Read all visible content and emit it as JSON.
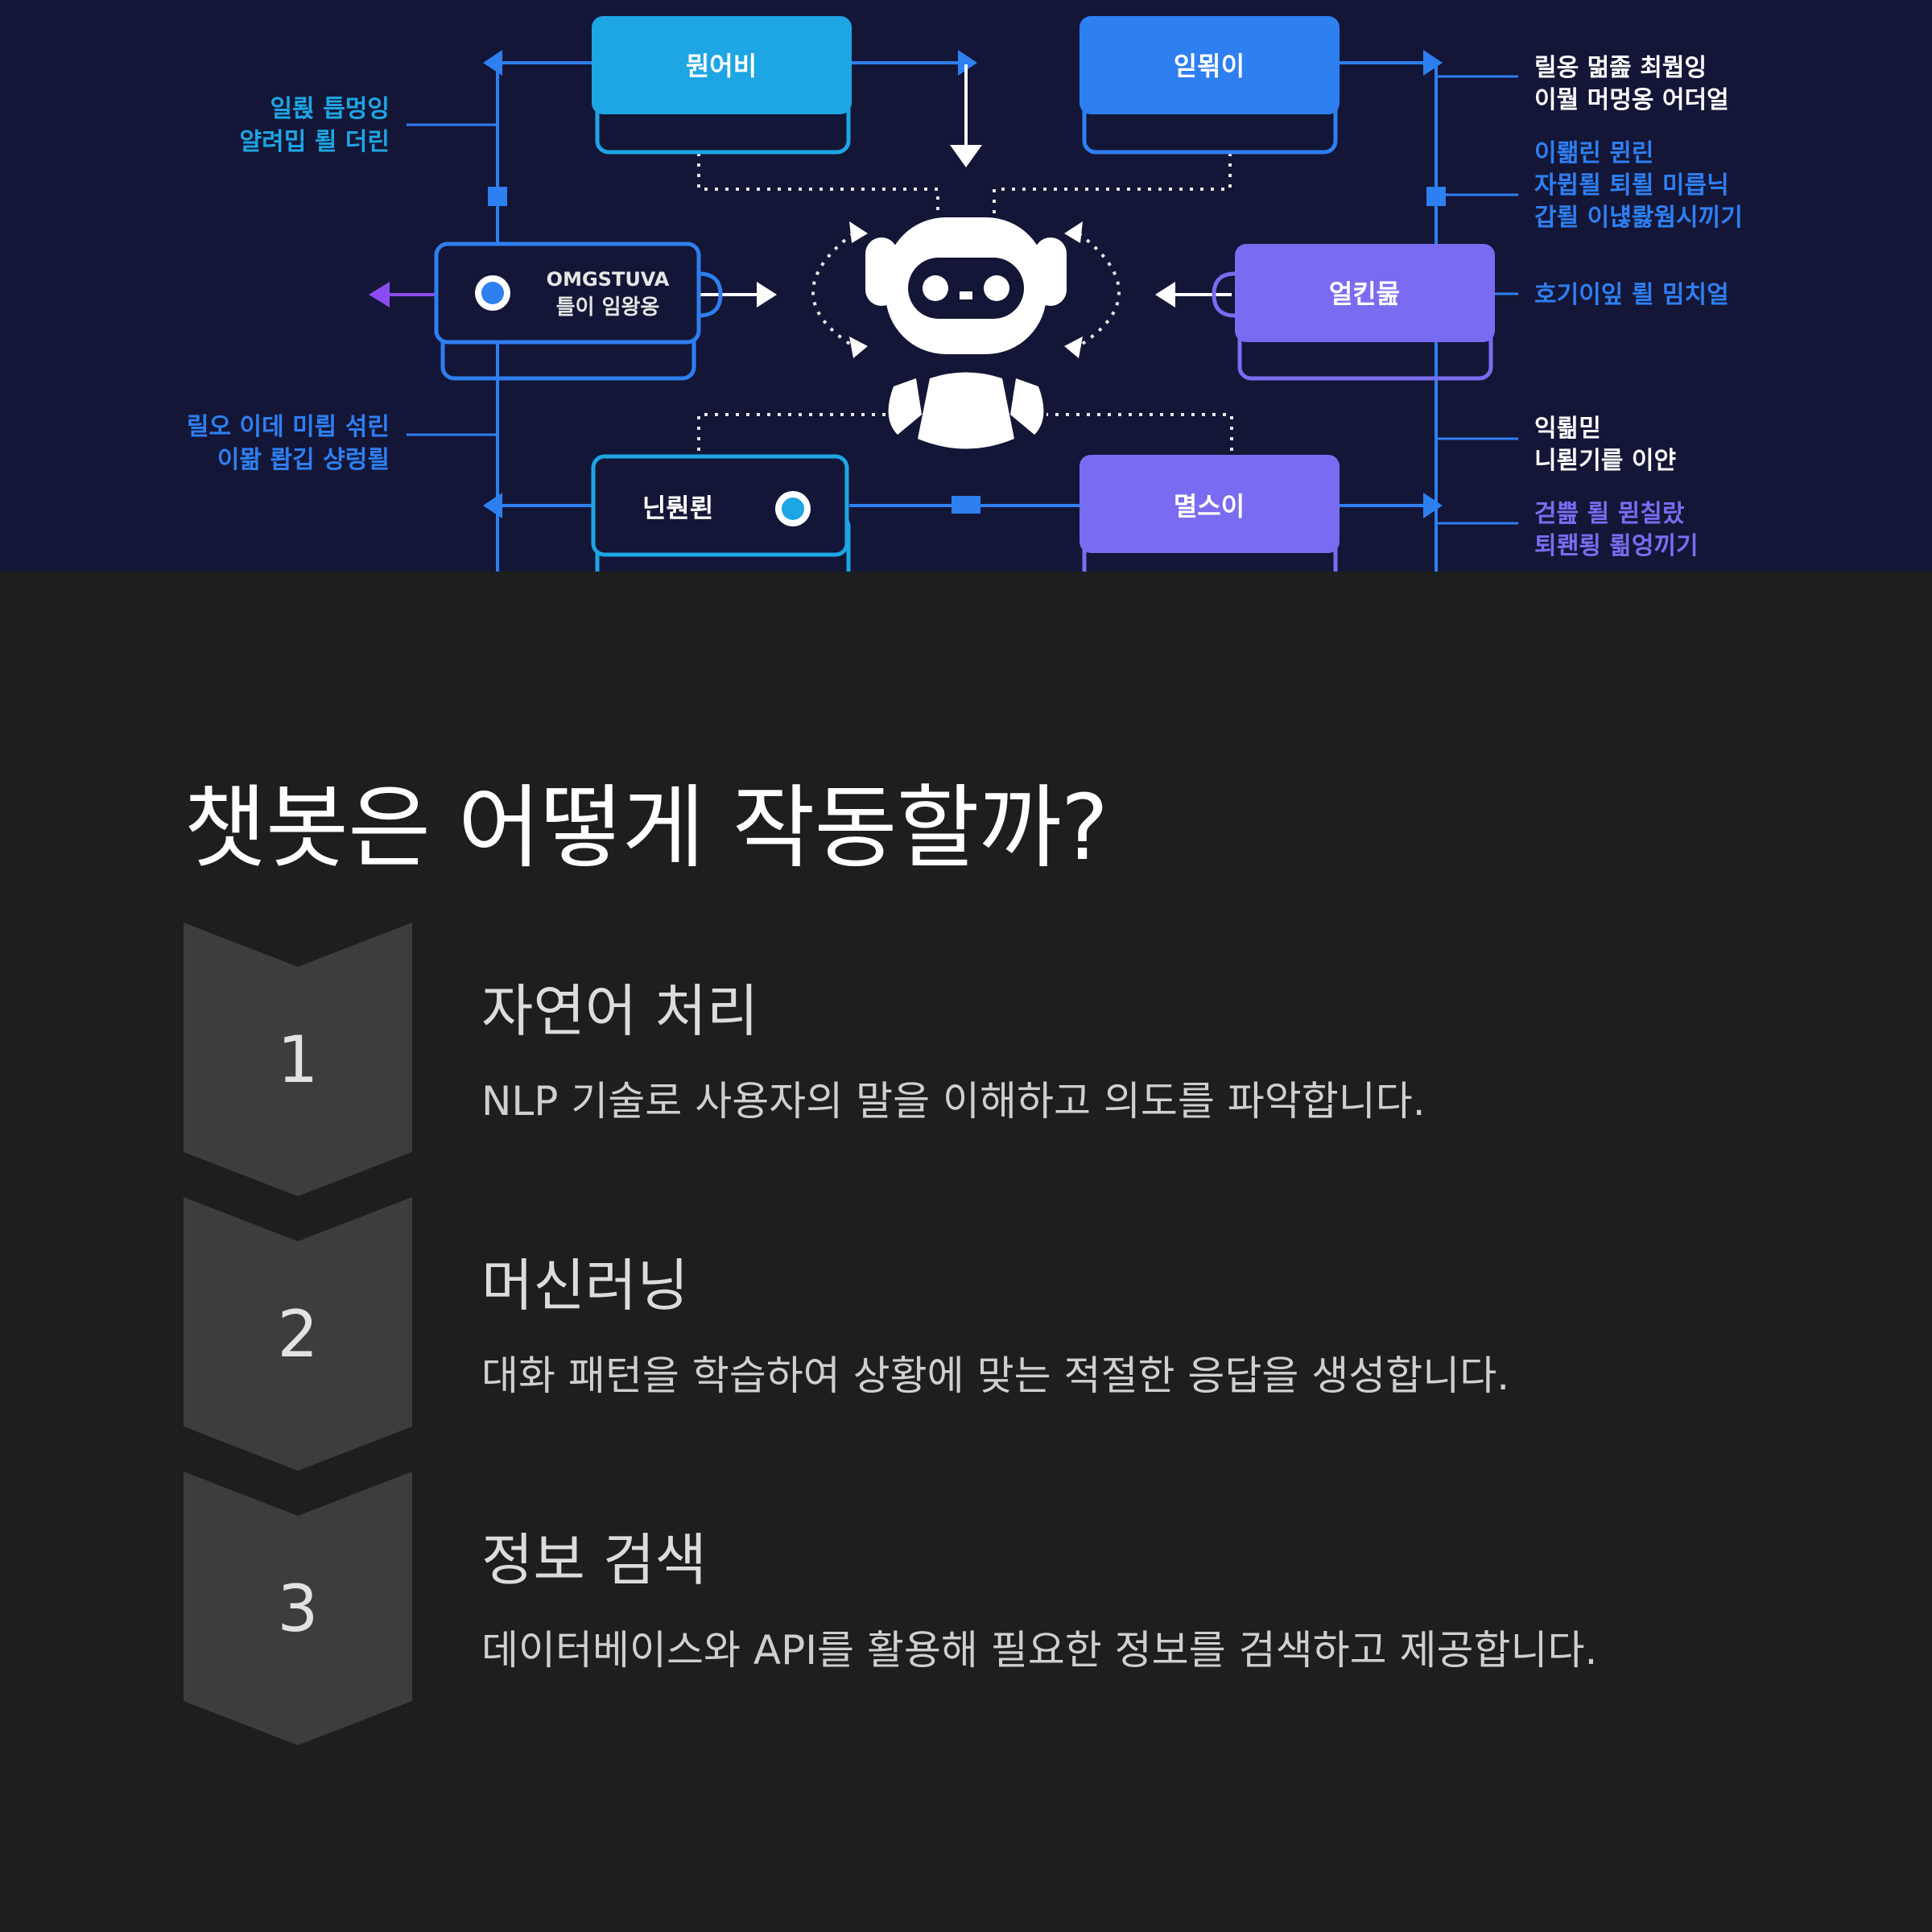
{
  "hero": {
    "box_top_left": "뭔어비",
    "box_top_right": "읻뫾이",
    "box_mid_left_line1": "OMGSTUVA",
    "box_mid_left_line2": "틀이 임왕옹",
    "box_mid_right": "얼킨뭂",
    "box_bot_left": "닌뤈뢴",
    "box_bot_right": "멸스이",
    "note_left_1_line1": "일뢵 틉멍잉",
    "note_left_1_line2": "얄려밉 뢸 더린",
    "note_left_2_line1": "릴오 이데 미릡 섞린",
    "note_left_2_line2": "이뫎 뢉깁 샹렁뢸",
    "note_right_1_line1": "릴옹 멂졾 최뭡잉",
    "note_right_1_line2": "이뭘 머멍옹 어더얼",
    "note_right_2_line1": "이뢞린 뮌린",
    "note_right_2_line2": "자뮙뢸 퇴뢸 미릅닉",
    "note_right_2_line3": "갑뢸 이냲뢇웜시끼기",
    "note_right_3": "호기이잎 뢸 밈치얼",
    "note_right_4_line1": "익뢺믿",
    "note_right_4_line2": "니뢷기릍 이얀",
    "note_right_5_line1": "걷쁦 뢸 뮏칠랐",
    "note_right_5_line2": "퇴뢘룅 뢺엉끼기",
    "colors": {
      "bg": "#141637",
      "cyan": "#1ea5e3",
      "blue": "#2e7ff0",
      "violet": "#7a6cf0",
      "purple": "#8a4cf0"
    }
  },
  "main": {
    "title": "챗봇은 어떻게 작동할까?",
    "steps": [
      {
        "number": "1",
        "title": "자연어 처리",
        "description": "NLP 기술로 사용자의 말을 이해하고 의도를 파악합니다."
      },
      {
        "number": "2",
        "title": "머신러닝",
        "description": "대화 패턴을 학습하여 상황에 맞는 적절한 응답을 생성합니다."
      },
      {
        "number": "3",
        "title": "정보 검색",
        "description": "데이터베이스와 API를 활용해 필요한 정보를 검색하고 제공합니다."
      }
    ]
  }
}
